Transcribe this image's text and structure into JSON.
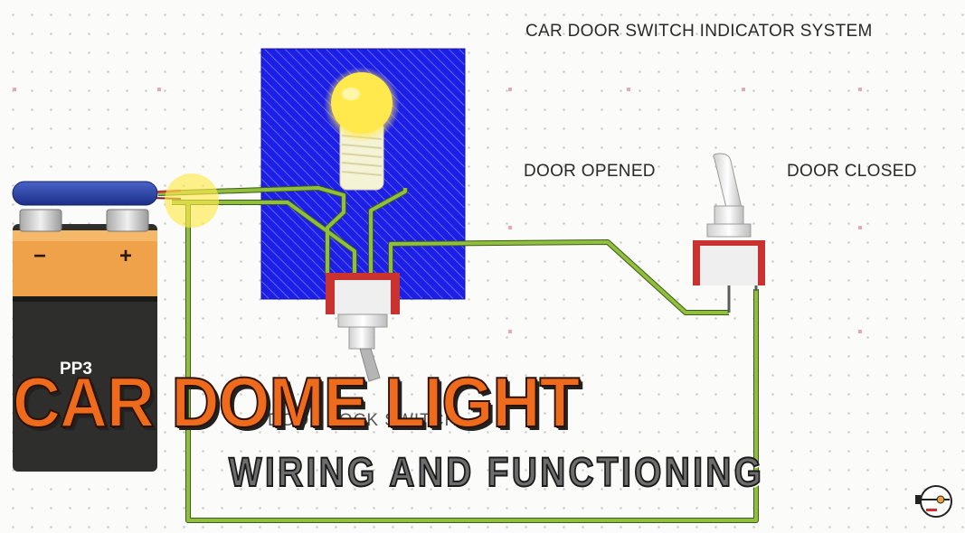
{
  "diagram": {
    "title": "CAR DOOR SWITCH INDICATOR SYSTEM",
    "door_opened_label": "DOOR OPENED",
    "door_closed_label": "DOOR CLOSED",
    "battery": {
      "model": "PP3",
      "negative": "−",
      "positive": "+"
    },
    "door_switch_label": "DOOR LOCK SWITCH"
  },
  "overlay": {
    "headline": "CAR DOME LIGHT",
    "subline": "WIRING AND FUNCTIONING"
  },
  "colors": {
    "wire": "#8fbf3c",
    "lamp_panel": "#1d1ee6",
    "bulb": "#ffe94d",
    "battery_orange": "#f0a24a",
    "battery_dark": "#2e2e2c",
    "battery_cap": "#2a43a8",
    "switch_red": "#c9322e",
    "headline": "#ee6a1c"
  },
  "icons": [
    "battery-icon",
    "bulb-icon",
    "toggle-switch-icon",
    "plunger-switch-icon",
    "channel-logo-icon"
  ]
}
